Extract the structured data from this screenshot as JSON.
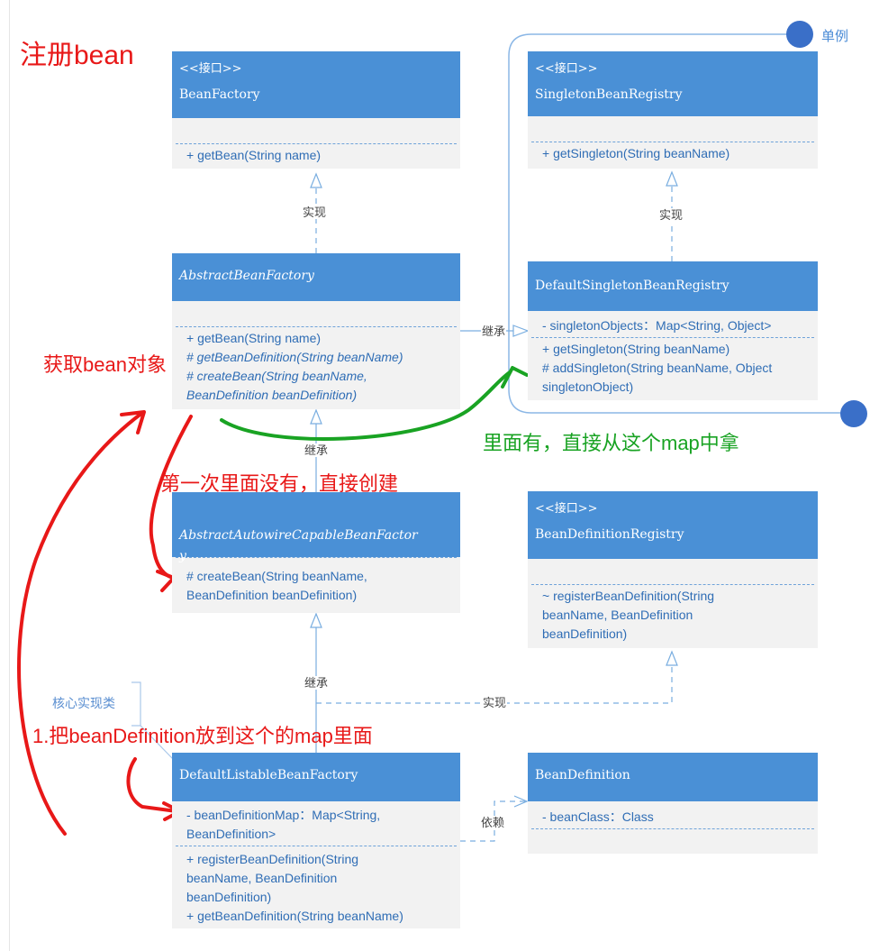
{
  "notes": {
    "register_bean": "注册bean",
    "get_bean_object": "获取bean对象",
    "first_time_create": "第一次里面没有，直接创建",
    "has_inside_take_from_map": "里面有，直接从这个map中拿",
    "put_into_map": "1.把beanDefinition放到这个的map里面"
  },
  "singleton_group": {
    "label": "单例"
  },
  "core_impl_label": "核心实现类",
  "classes": {
    "bean_factory": {
      "stereotype": "<<接口>>",
      "name": "BeanFactory",
      "attributes": "",
      "methods": "+ getBean(String name)"
    },
    "singleton_bean_registry": {
      "stereotype": "<<接口>>",
      "name": "SingletonBeanRegistry",
      "attributes": "",
      "methods": "+ getSingleton(String beanName)"
    },
    "abstract_bean_factory": {
      "name": "AbstractBeanFactory",
      "attributes": "",
      "methods": [
        "+ getBean(String name)",
        "# getBeanDefinition(String beanName)",
        "# createBean(String beanName,\nBeanDefinition beanDefinition)"
      ]
    },
    "default_singleton_bean_registry": {
      "name": "DefaultSingletonBeanRegistry",
      "attributes": "- singletonObjects：Map<String, Object>",
      "methods": "+ getSingleton(String beanName)\n# addSingleton(String beanName, Object\nsingletonObject)"
    },
    "abstract_autowire_capable_bean_factory": {
      "name": "AbstractAutowireCapableBeanFactor\ny",
      "attributes": "",
      "methods": "# createBean(String beanName,\nBeanDefinition beanDefinition)"
    },
    "bean_definition_registry": {
      "stereotype": "<<接口>>",
      "name": "BeanDefinitionRegistry",
      "attributes": "",
      "methods": "~ registerBeanDefinition(String\nbeanName, BeanDefinition\nbeanDefinition)"
    },
    "default_listable_bean_factory": {
      "name": "DefaultListableBeanFactory",
      "attributes": "- beanDefinitionMap：Map<String,\nBeanDefinition>",
      "methods": "+ registerBeanDefinition(String\nbeanName, BeanDefinition\nbeanDefinition)\n+ getBeanDefinition(String beanName)"
    },
    "bean_definition": {
      "name": "BeanDefinition",
      "attributes": "- beanClass：Class",
      "methods": ""
    }
  },
  "relations": {
    "realize_1": "实现",
    "realize_2": "实现",
    "inherit_1": "继承",
    "inherit_2": "继承",
    "inherit_3": "继承",
    "realize_3": "实现",
    "depend": "依赖"
  },
  "colors": {
    "header": "#4a90d6",
    "body": "#f2f2f2",
    "member_text": "#2f6db5",
    "connector": "#7aaee0",
    "annotation_red": "#e81818",
    "annotation_green": "#19a323",
    "singleton_dot": "#3a6fc8"
  }
}
